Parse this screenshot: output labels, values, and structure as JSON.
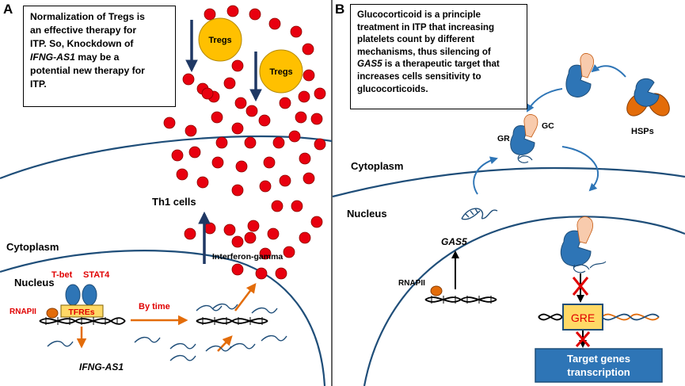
{
  "panel_a": {
    "letter": "A",
    "note": {
      "line1": "Normalization of Tregs is",
      "line2": "an effective therapy for",
      "line3": "ITP. So, Knockdown of",
      "line4_gene": "IFNG-AS1",
      "line4_rest": " may be a",
      "line5": "potential new therapy for",
      "line6": "ITP."
    },
    "tregs_label": "Tregs",
    "th1_label": "Th1 cells",
    "cytoplasm_label": "Cytoplasm",
    "nucleus_label": "Nucleus",
    "interferon_label": "Interferon-gamma",
    "tbet_label": "T-bet",
    "stat4_label": "STAT4",
    "rnapii_label": "RNAPII",
    "tfres_label": "TFREs",
    "by_time_label": "By time",
    "gene_label": "IFNG-AS1"
  },
  "panel_b": {
    "letter": "B",
    "note": {
      "line1": "Glucocorticoid is a principle",
      "line2": "treatment in ITP that increasing",
      "line3": "platelets count by different",
      "line4": "mechanisms, thus silencing of",
      "line5_gene": "GAS5",
      "line5_rest": " is a therapeutic target that",
      "line6": "increases cells sensitivity to",
      "line7": "glucocorticoids."
    },
    "hsps_label": "HSPs",
    "gc_label": "GC",
    "gr_label": "GR",
    "cytoplasm_label": "Cytoplasm",
    "nucleus_label": "Nucleus",
    "gene_label": "GAS5",
    "rnapii_label": "RNAPII",
    "gre_label": "GRE",
    "target_line1": "Target genes",
    "target_line2": "transcription"
  },
  "colors": {
    "cell_red": "#e8000f",
    "treg_yellow": "#ffc000",
    "membrane_blue": "#1f4e79",
    "arrow_dark_blue": "#1f3864",
    "arrow_orange": "#e36c09",
    "receptor_blue": "#2e75b6",
    "gc_peach": "#f8cbad",
    "hsp_orange": "#e36c09",
    "label_red": "#e00000",
    "target_box_blue": "#2e75b6"
  },
  "icons": [
    "red-blood-cell-icon",
    "treg-cell-icon",
    "receptor-icon",
    "hsp-icon",
    "dna-helix-icon",
    "rna-strand-icon",
    "inhibition-cross-icon"
  ]
}
